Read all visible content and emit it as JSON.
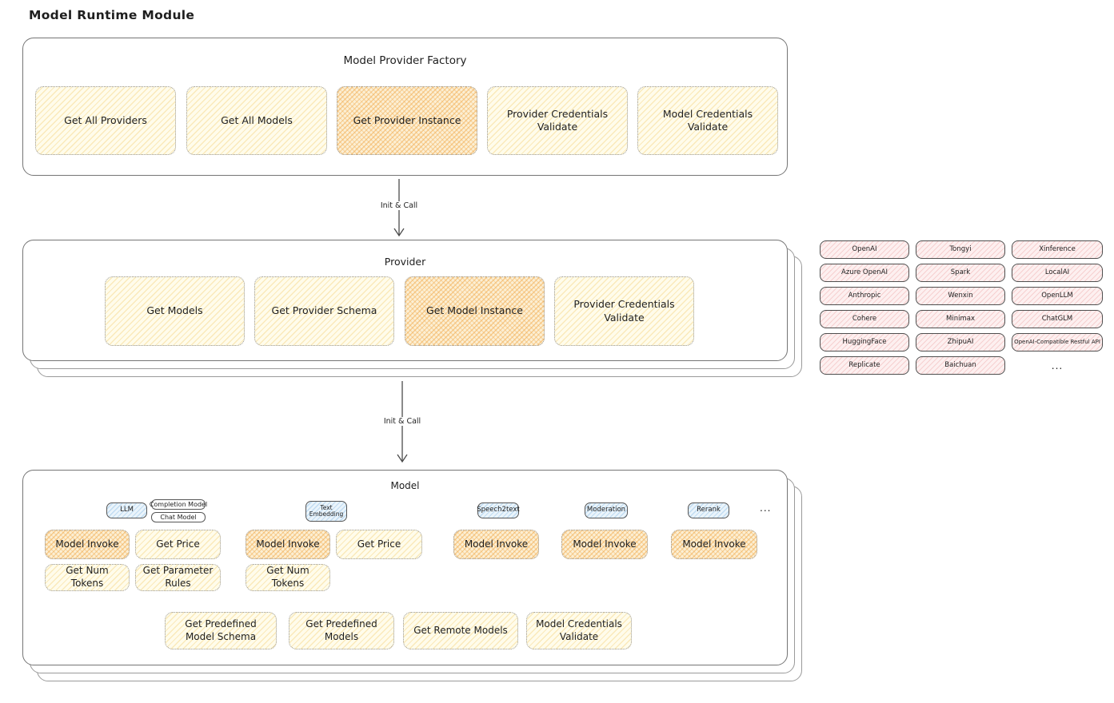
{
  "page_title": "Model Runtime Module",
  "colors": {
    "function_yellow": "#fff7dd",
    "function_highlight_orange": "#f5c178",
    "vendor_pink": "#f7c8c8",
    "type_tab_blue": "#bcdcf2",
    "container_border_gray": "#757575",
    "text": "#1e1e1e"
  },
  "flow": {
    "arrow1_label": "Init & Call",
    "arrow2_label": "Init & Call"
  },
  "factory": {
    "title": "Model Provider Factory",
    "items": [
      {
        "label": "Get All Providers",
        "highlighted": false
      },
      {
        "label": "Get All Models",
        "highlighted": false
      },
      {
        "label": "Get Provider Instance",
        "highlighted": true
      },
      {
        "label": "Provider Credentials Validate",
        "highlighted": false
      },
      {
        "label": "Model Credentials Validate",
        "highlighted": false
      }
    ]
  },
  "provider": {
    "title": "Provider",
    "items": [
      {
        "label": "Get Models",
        "highlighted": false
      },
      {
        "label": "Get Provider Schema",
        "highlighted": false
      },
      {
        "label": "Get Model Instance",
        "highlighted": true
      },
      {
        "label": "Provider Credentials Validate",
        "highlighted": false
      }
    ]
  },
  "vendors": {
    "items": [
      "OpenAI",
      "Tongyi",
      "Xinference",
      "Azure OpenAI",
      "Spark",
      "LocalAI",
      "Anthropic",
      "Wenxin",
      "OpenLLM",
      "Cohere",
      "Minimax",
      "ChatGLM",
      "HuggingFace",
      "ZhipuAI",
      "OpenAI-Compatible Restful API",
      "Replicate",
      "Baichuan"
    ],
    "more_label": "..."
  },
  "model": {
    "title": "Model",
    "type_tabs": {
      "llm": "LLM",
      "completion_model": "Completion Model",
      "chat_model": "Chat Model",
      "text_embedding": "Text Embedding",
      "speech2text": "Speech2text",
      "moderation": "Moderation",
      "rerank": "Rerank",
      "more": "..."
    },
    "functions": {
      "model_invoke": {
        "label": "Model Invoke",
        "highlighted": true
      },
      "get_price": {
        "label": "Get Price",
        "highlighted": false
      },
      "get_num_tokens": {
        "label": "Get Num Tokens",
        "highlighted": false
      },
      "get_parameter_rules": {
        "label": "Get Parameter Rules",
        "highlighted": false
      }
    },
    "bottom_functions": [
      "Get Predefined Model Schema",
      "Get Predefined Models",
      "Get Remote Models",
      "Model Credentials Validate"
    ]
  }
}
